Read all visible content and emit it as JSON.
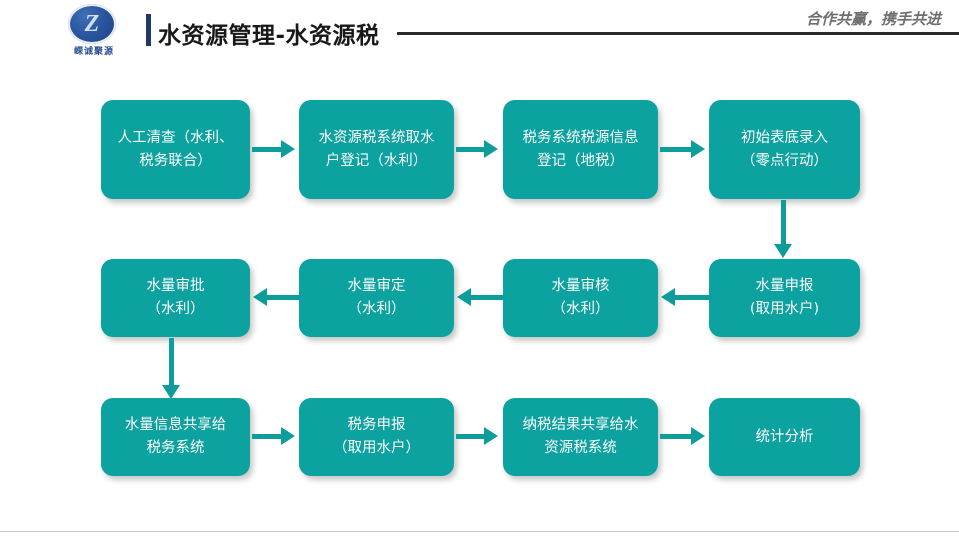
{
  "header": {
    "logo_icon": "company-logo-icon",
    "logo_text": "嵘诚聚源",
    "title": "水资源管理-水资源税",
    "tagline": "合作共赢，携手共进",
    "accent_bar_color": "#1f3864",
    "rule_color": "#2b2b2b"
  },
  "theme": {
    "node_fill": "#0ba2a0",
    "arrow_color": "#0d9e9c",
    "node_text_color": "#ffffff",
    "background": "#ffffff"
  },
  "chart_data": {
    "type": "diagram",
    "title": "水资源管理-水资源税",
    "layout": "flowchart-serpentine-3-rows",
    "nodes": [
      {
        "id": "n1",
        "row": 1,
        "col": 1,
        "label": "人工清查（水利、\n税务联合）"
      },
      {
        "id": "n2",
        "row": 1,
        "col": 2,
        "label": "水资源税系统取水\n户登记（水利）"
      },
      {
        "id": "n3",
        "row": 1,
        "col": 3,
        "label": "税务系统税源信息\n登记（地税）"
      },
      {
        "id": "n4",
        "row": 1,
        "col": 4,
        "label": "初始表底录入\n（零点行动）"
      },
      {
        "id": "n5",
        "row": 2,
        "col": 4,
        "label": "水量申报\n(取用水户)"
      },
      {
        "id": "n6",
        "row": 2,
        "col": 3,
        "label": "水量审核\n（水利）"
      },
      {
        "id": "n7",
        "row": 2,
        "col": 2,
        "label": "水量审定\n（水利）"
      },
      {
        "id": "n8",
        "row": 2,
        "col": 1,
        "label": "水量审批\n（水利）"
      },
      {
        "id": "n9",
        "row": 3,
        "col": 1,
        "label": "水量信息共享给\n税务系统"
      },
      {
        "id": "n10",
        "row": 3,
        "col": 2,
        "label": "税务申报\n（取用水户）"
      },
      {
        "id": "n11",
        "row": 3,
        "col": 3,
        "label": "纳税结果共享给水\n资源税系统"
      },
      {
        "id": "n12",
        "row": 3,
        "col": 4,
        "label": "统计分析"
      }
    ],
    "edges": [
      {
        "from": "n1",
        "to": "n2",
        "direction": "right"
      },
      {
        "from": "n2",
        "to": "n3",
        "direction": "right"
      },
      {
        "from": "n3",
        "to": "n4",
        "direction": "right"
      },
      {
        "from": "n4",
        "to": "n5",
        "direction": "down"
      },
      {
        "from": "n5",
        "to": "n6",
        "direction": "left"
      },
      {
        "from": "n6",
        "to": "n7",
        "direction": "left"
      },
      {
        "from": "n7",
        "to": "n8",
        "direction": "left"
      },
      {
        "from": "n8",
        "to": "n9",
        "direction": "down"
      },
      {
        "from": "n9",
        "to": "n10",
        "direction": "right"
      },
      {
        "from": "n10",
        "to": "n11",
        "direction": "right"
      },
      {
        "from": "n11",
        "to": "n12",
        "direction": "right"
      }
    ]
  }
}
